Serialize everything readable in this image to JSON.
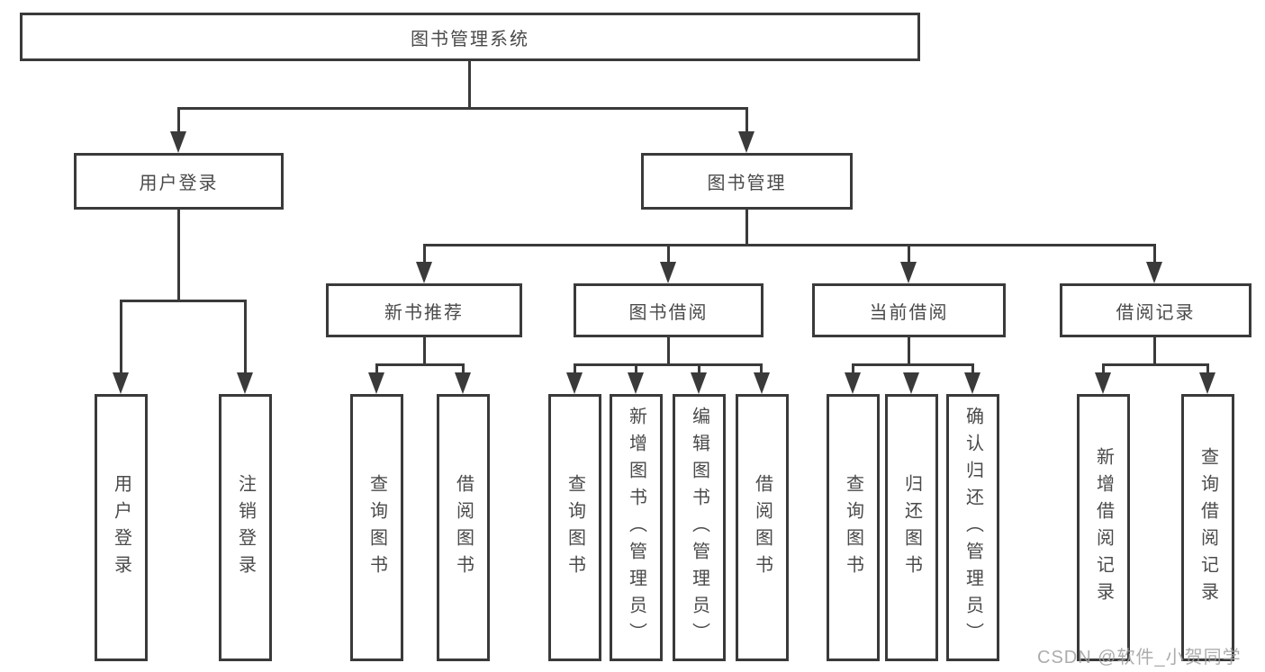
{
  "watermark": "CSDN @软件_小贺同学",
  "diagram": {
    "root": {
      "label": "图书管理系统"
    },
    "branches": [
      {
        "label": "用户登录",
        "children": [
          "用户登录",
          "注销登录"
        ]
      },
      {
        "label": "图书管理",
        "children": [
          {
            "label": "新书推荐",
            "children": [
              "查询图书",
              "借阅图书"
            ]
          },
          {
            "label": "图书借阅",
            "children": [
              "查询图书",
              "新增图书（管理员）",
              "编辑图书（管理员）",
              "借阅图书"
            ]
          },
          {
            "label": "当前借阅",
            "children": [
              "查询图书",
              "归还图书",
              "确认归还（管理员）"
            ]
          },
          {
            "label": "借阅记录",
            "children": [
              "新增借阅记录",
              "查询借阅记录"
            ]
          }
        ]
      }
    ]
  }
}
